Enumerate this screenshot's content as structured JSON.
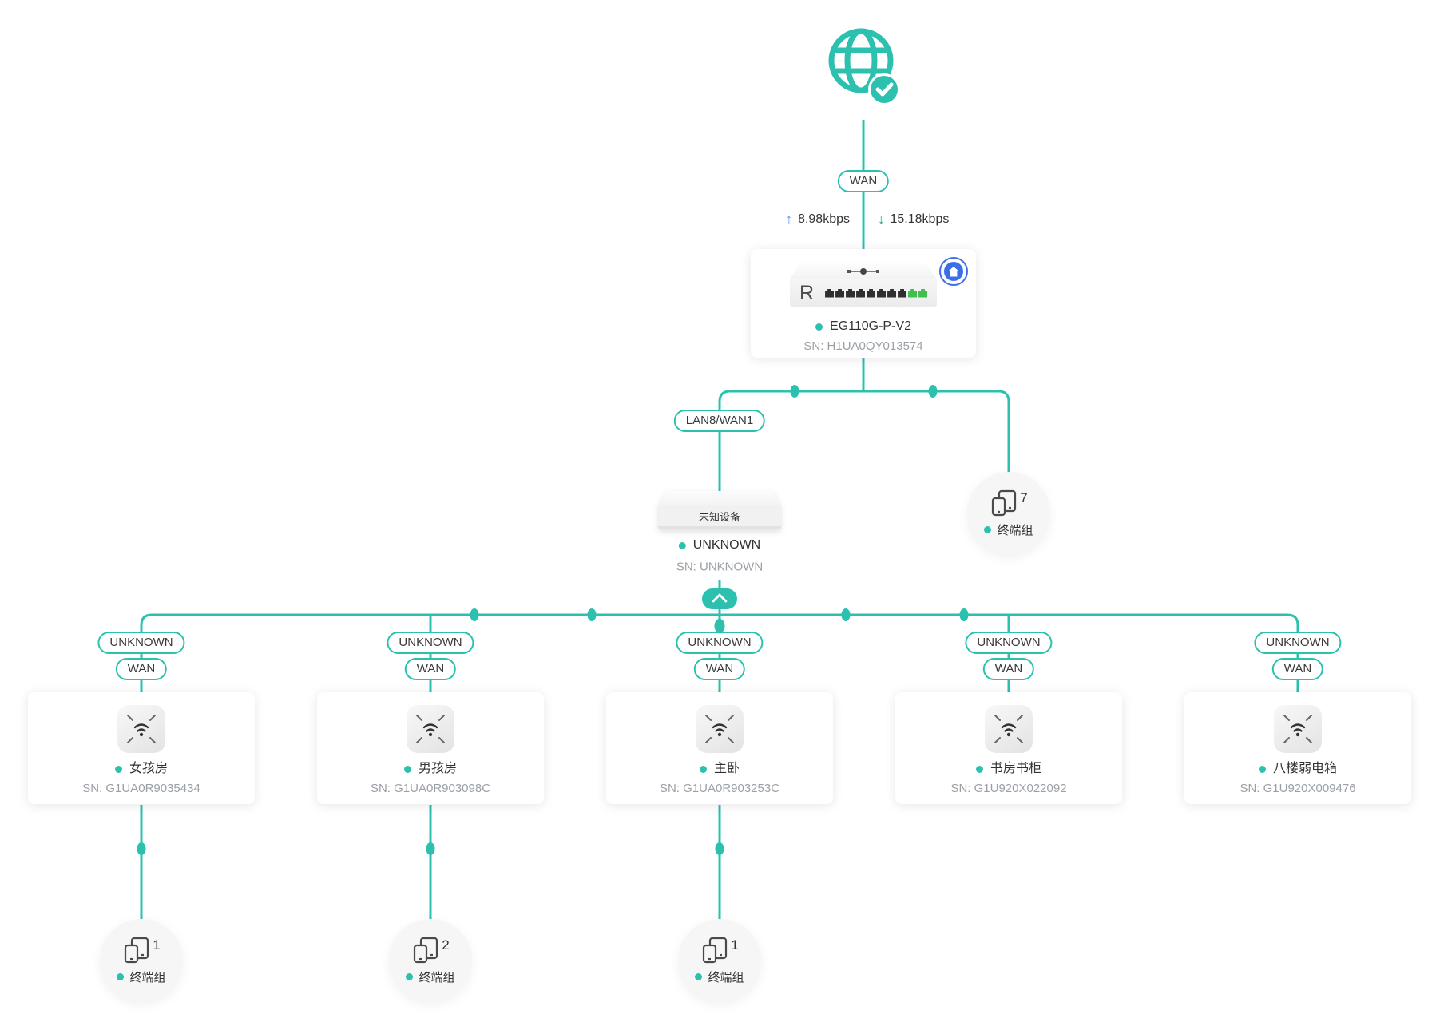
{
  "internet": {
    "icon": "globe-check-icon"
  },
  "wan_pill": "WAN",
  "traffic": {
    "up_arrow": "↑",
    "up": "8.98kbps",
    "down_arrow": "↓",
    "down": "15.18kbps"
  },
  "gateway": {
    "device_letter": "R",
    "name": "EG110G-P-V2",
    "sn": "SN: H1UA0QY013574",
    "badge": "home-icon"
  },
  "lan_pill": "LAN8/WAN1",
  "unknown_device": {
    "box_label": "未知设备",
    "name": "UNKNOWN",
    "sn": "SN: UNKNOWN"
  },
  "gateway_terminals": {
    "count": "7",
    "label": "终端组"
  },
  "aps": [
    {
      "uplink": "UNKNOWN",
      "port": "WAN",
      "name": "女孩房",
      "sn": "SN: G1UA0R9035434",
      "terminals": {
        "count": "1",
        "label": "终端组"
      }
    },
    {
      "uplink": "UNKNOWN",
      "port": "WAN",
      "name": "男孩房",
      "sn": "SN: G1UA0R903098C",
      "terminals": {
        "count": "2",
        "label": "终端组"
      }
    },
    {
      "uplink": "UNKNOWN",
      "port": "WAN",
      "name": "主卧",
      "sn": "SN: G1UA0R903253C",
      "terminals": {
        "count": "1",
        "label": "终端组"
      }
    },
    {
      "uplink": "UNKNOWN",
      "port": "WAN",
      "name": "书房书柜",
      "sn": "SN: G1U920X022092"
    },
    {
      "uplink": "UNKNOWN",
      "port": "WAN",
      "name": "八楼弱电箱",
      "sn": "SN: G1U920X009476"
    }
  ],
  "colors": {
    "teal": "#2cc0ae",
    "upload_blue": "#5b8ff9",
    "download_green": "#21a566",
    "badge_blue": "#3a6fe8",
    "port_green": "#3fbf4e"
  }
}
